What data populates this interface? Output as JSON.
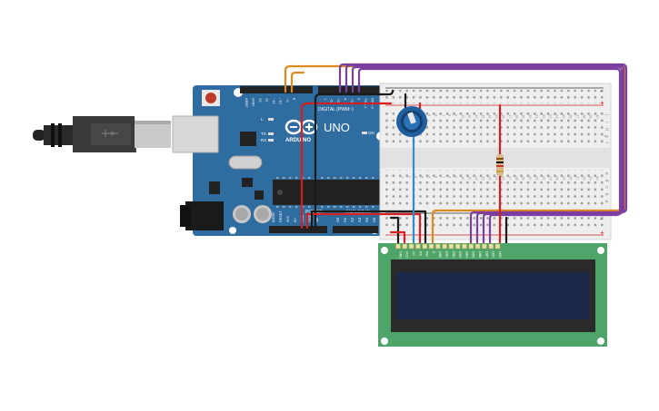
{
  "board": {
    "brand": "ARDUINO",
    "model": "UNO",
    "digital_label": "DIGITAL (PWM~)",
    "power_label": "POWER",
    "analog_label": "ANALOG IN",
    "on_label": "ON",
    "led_labels": [
      "L",
      "TX",
      "RX"
    ],
    "top_pin_labels": [
      "AREF",
      "GND",
      "13",
      "12",
      "~11",
      "~10",
      "~9",
      "8",
      "7",
      "~6",
      "~5",
      "4",
      "~3",
      "2",
      "TX→1",
      "RX←0"
    ],
    "power_pin_labels": [
      "IOREF",
      "RESET",
      "3V3",
      "5V",
      "GND",
      "GND",
      "Vin"
    ],
    "analog_pin_labels": [
      "A0",
      "A1",
      "A2",
      "A3",
      "A4",
      "A5"
    ]
  },
  "breadboard": {
    "rail_minus": "-",
    "rail_plus": "+",
    "row_labels_top": [
      "j",
      "i",
      "h",
      "g",
      "f"
    ],
    "row_labels_bottom": [
      "e",
      "d",
      "c",
      "b",
      "a"
    ],
    "column_numbers": [
      "1",
      "2",
      "3",
      "4",
      "5",
      "6",
      "7",
      "8",
      "9",
      "10",
      "11",
      "12",
      "13",
      "14",
      "15",
      "16",
      "17",
      "18",
      "19",
      "20",
      "21",
      "22",
      "23",
      "24",
      "25",
      "26",
      "27",
      "28",
      "29",
      "30"
    ]
  },
  "lcd": {
    "pin_labels": [
      "GND",
      "VCC",
      "V0",
      "RS",
      "RW",
      "E",
      "DB0",
      "DB1",
      "DB2",
      "DB3",
      "DB4",
      "DB5",
      "DB6",
      "DB7",
      "LED",
      "LED"
    ]
  },
  "colors": {
    "board": "#2f6ca0",
    "board_dark": "#1f4f7a",
    "breadboard": "#eeeeee",
    "lcd_pcb": "#4fa46a",
    "lcd_screen": "#1b2a4a",
    "wire_orange": "#e08a1e",
    "wire_purple": "#7b3fa0",
    "wire_red": "#d42020",
    "wire_black": "#1a1a1a",
    "wire_blue": "#2b8fd0",
    "pot_blue": "#1f5fa0"
  }
}
